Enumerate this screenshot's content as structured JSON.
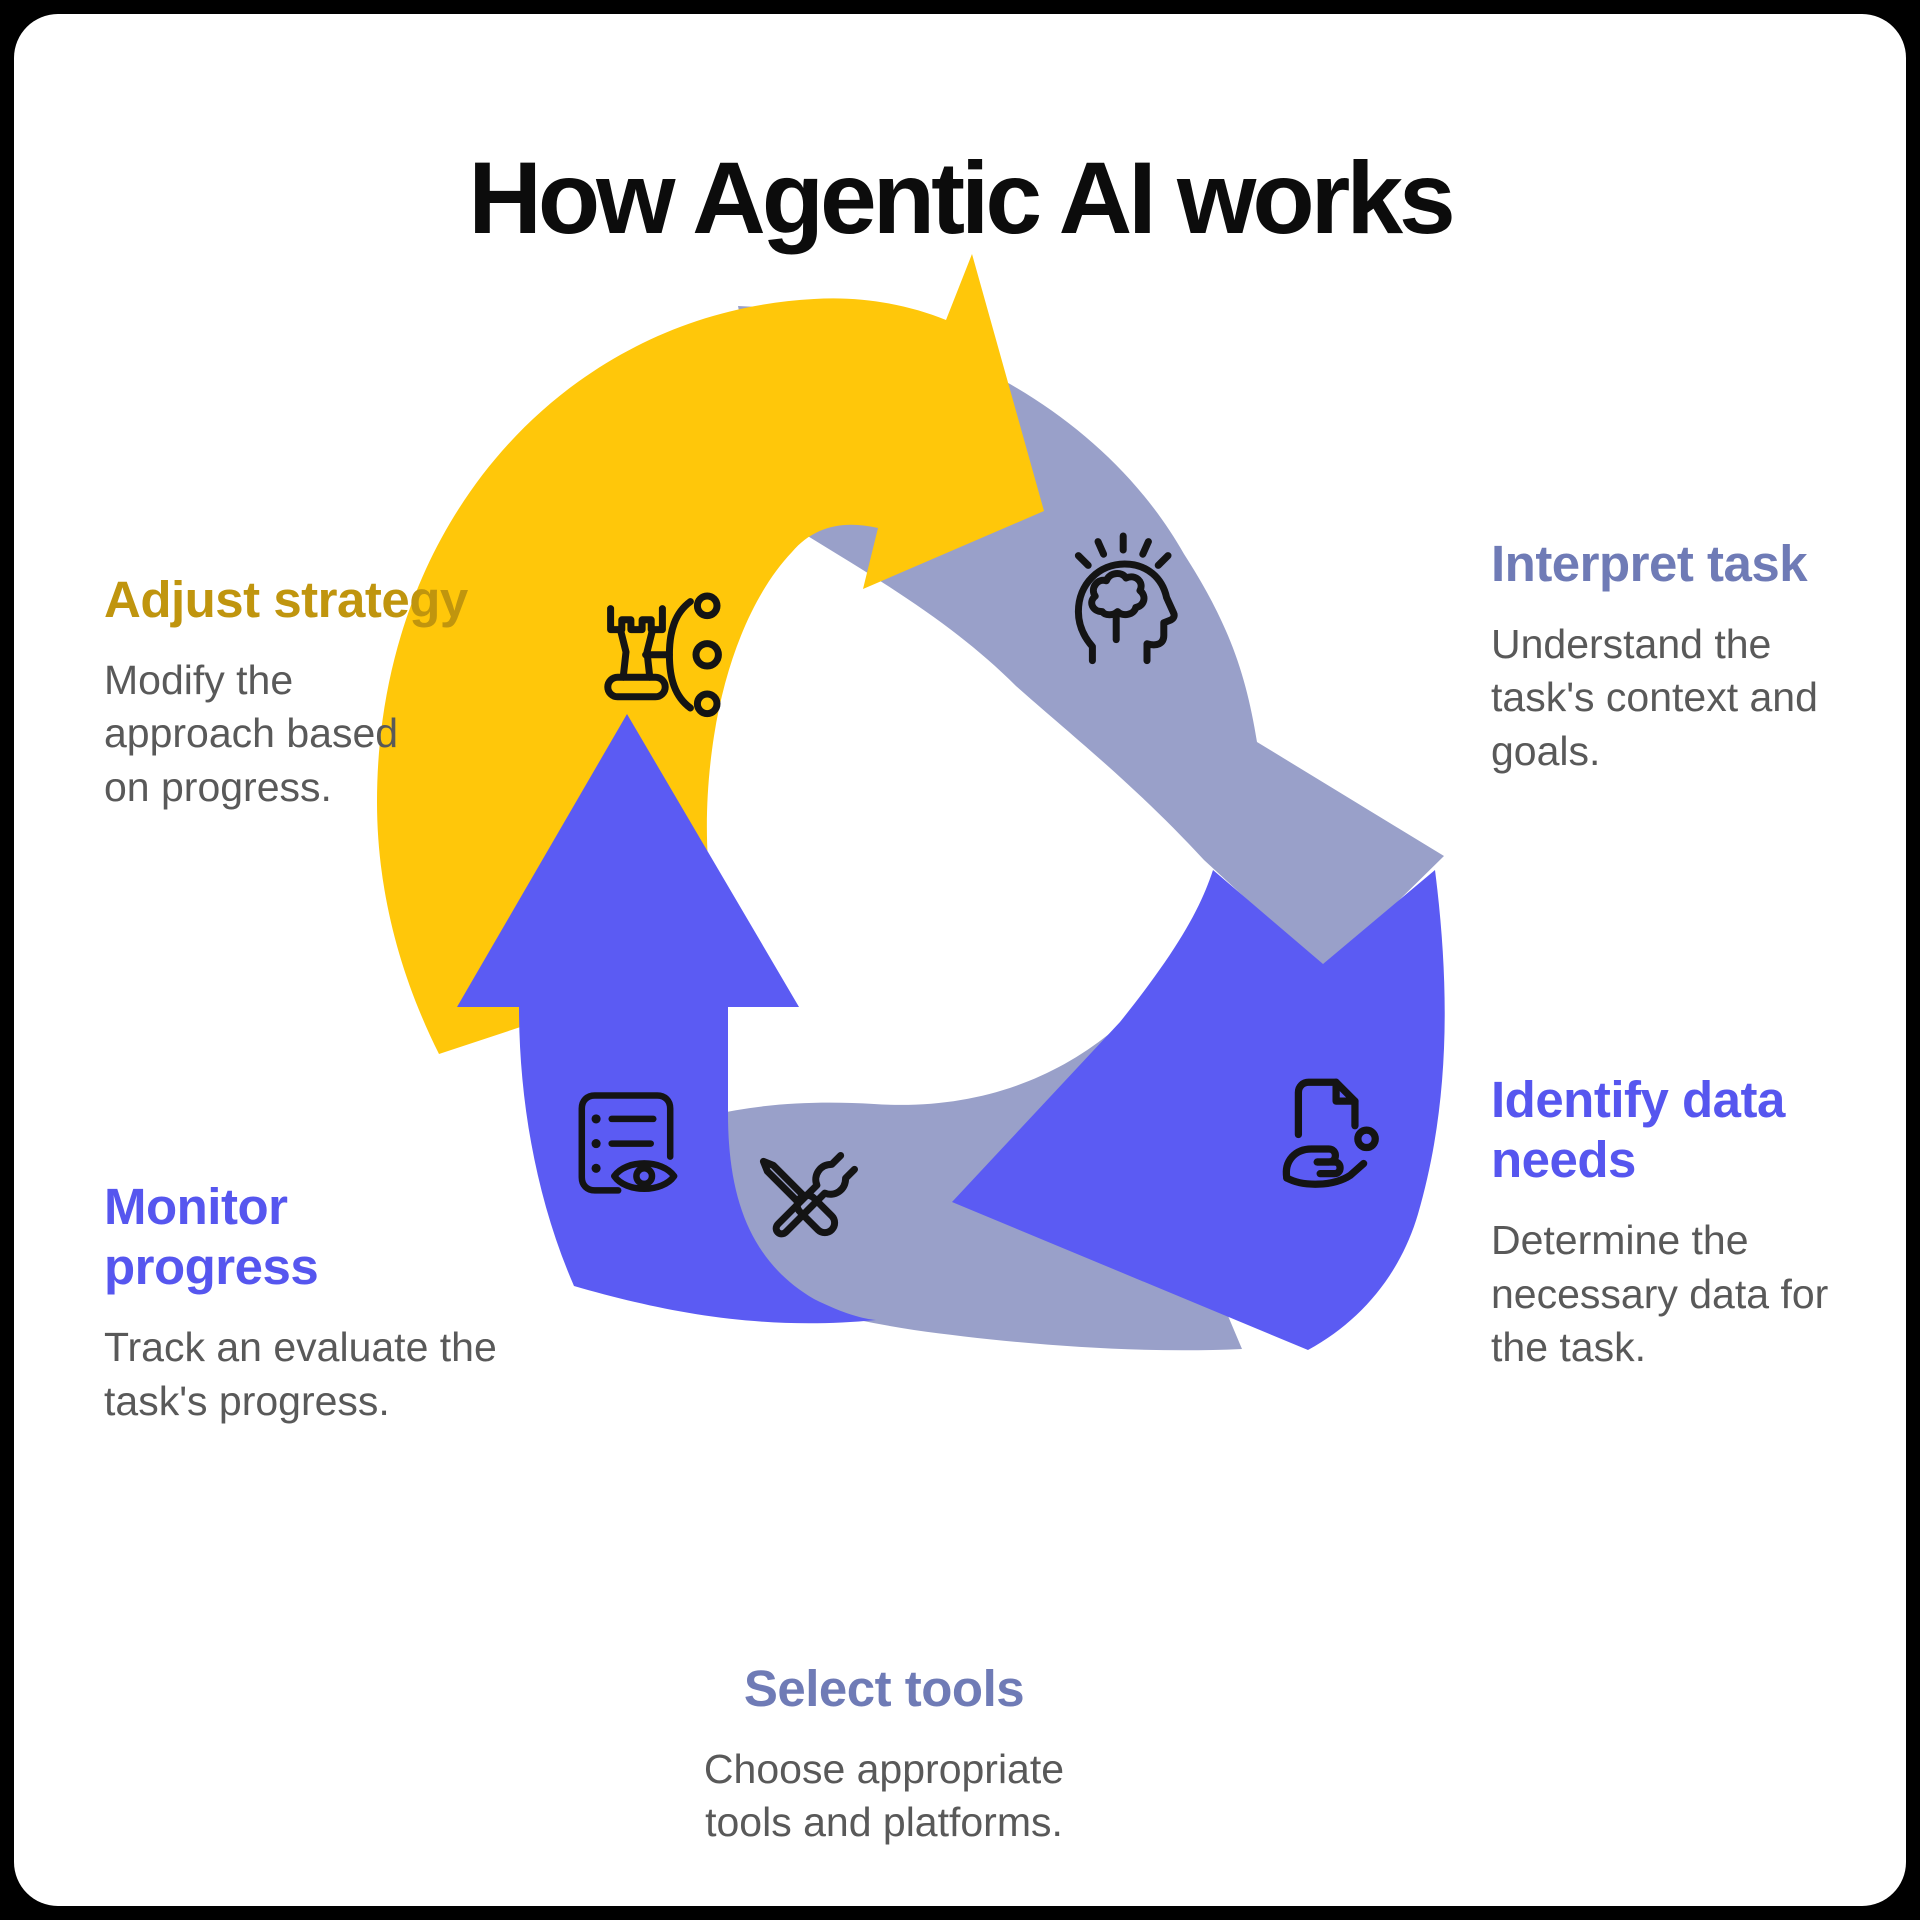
{
  "title": "How Agentic AI works",
  "colors": {
    "background": "#000000",
    "card": "#ffffff",
    "yellow_arrow": "#ffc70a",
    "lavender_arrow": "#99a0c9",
    "blue_arrow": "#5b5bf3",
    "gold_heading": "#c0950e",
    "periwinkle_heading": "#6f7bb6",
    "blue_heading": "#5656ef",
    "body_text": "#595959",
    "title_text": "#0c0c0c",
    "icon_stroke": "#141414"
  },
  "cycle": {
    "segments": [
      {
        "name": "interpret-task-arrow",
        "color": "#99a0c9"
      },
      {
        "name": "identify-data-arrow",
        "color": "#5b5bf3"
      },
      {
        "name": "select-tools-arrow",
        "color": "#99a0c9"
      },
      {
        "name": "monitor-progress-arrow",
        "color": "#5b5bf3"
      },
      {
        "name": "adjust-strategy-arrow",
        "color": "#ffc70a"
      }
    ]
  },
  "steps": [
    {
      "id": "interpret-task",
      "label": "Interpret task",
      "description": "Understand the task's context and goals.",
      "icon": "head-brain-icon"
    },
    {
      "id": "identify-data-needs",
      "label": "Identify data needs",
      "description": "Determine the necessary data for the task.",
      "icon": "document-hand-icon"
    },
    {
      "id": "select-tools",
      "label": "Select tools",
      "description": "Choose appropriate tools and platforms.",
      "icon": "crossed-tools-icon"
    },
    {
      "id": "monitor-progress",
      "label": "Monitor progress",
      "description": "Track an evaluate the task's progress.",
      "icon": "list-eye-icon"
    },
    {
      "id": "adjust-strategy",
      "label": "Adjust strategy",
      "description": "Modify the approach based on progress.",
      "icon": "chess-strategy-icon"
    }
  ]
}
